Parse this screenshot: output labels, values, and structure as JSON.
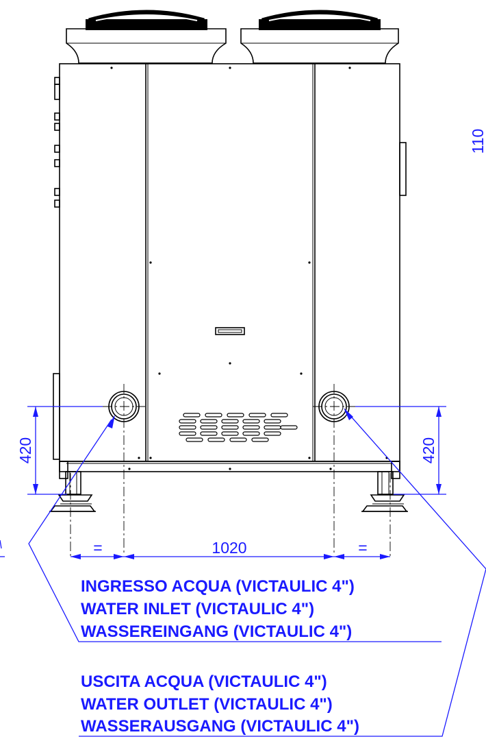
{
  "dimensions": {
    "height_right": "110",
    "height_left": "420",
    "height_right_lower": "420",
    "width_center": "1020",
    "equal_left": "=",
    "equal_right": "="
  },
  "notes": {
    "inlet": [
      "INGRESSO ACQUA (VICTAULIC 4\")",
      "WATER INLET (VICTAULIC 4\")",
      "WASSEREINGANG (VICTAULIC 4\")"
    ],
    "outlet": [
      "USCITA ACQUA (VICTAULIC 4\")",
      "WATER OUTLET (VICTAULIC 4\")",
      "WASSERAUSGANG (VICTAULIC 4\")"
    ]
  },
  "colors": {
    "dimension": "#1a1aff",
    "outline": "#000000",
    "background": "#ffffff"
  }
}
